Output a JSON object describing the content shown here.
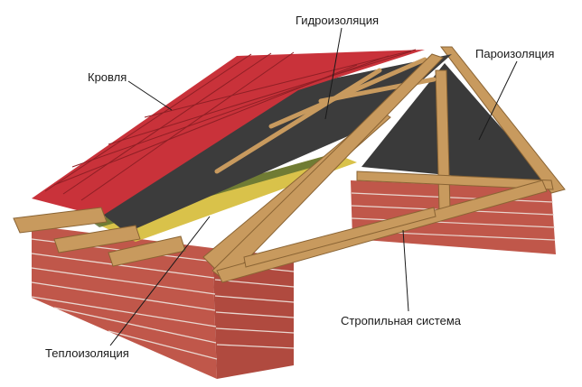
{
  "labels": {
    "roofing": "Кровля",
    "waterproofing": "Гидроизоляция",
    "vapor_barrier": "Пароизоляция",
    "rafter_system": "Стропильная система",
    "insulation": "Теплоизоляция"
  },
  "colors": {
    "roof_tile": "#c9323a",
    "membrane": "#3c3c3c",
    "wood": "#c89a5e",
    "brick": "#c0574a",
    "insulation": "#d9c24a"
  }
}
